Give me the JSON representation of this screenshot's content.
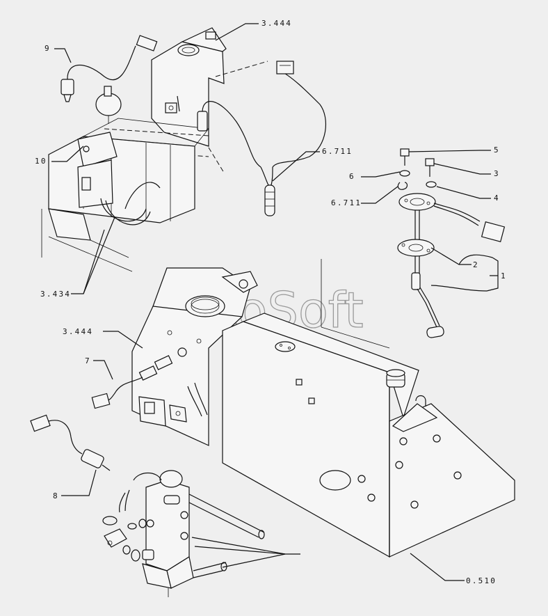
{
  "watermark": "AutoSoft",
  "callouts": [
    {
      "id": "c-3444-top",
      "label": "3.444"
    },
    {
      "id": "c-9",
      "label": "9"
    },
    {
      "id": "c-10",
      "label": "10"
    },
    {
      "id": "c-3434",
      "label": "3.434"
    },
    {
      "id": "c-6711-a",
      "label": "6.711"
    },
    {
      "id": "c-5",
      "label": "5"
    },
    {
      "id": "c-6",
      "label": "6"
    },
    {
      "id": "c-3",
      "label": "3"
    },
    {
      "id": "c-6711-b",
      "label": "6.711"
    },
    {
      "id": "c-4",
      "label": "4"
    },
    {
      "id": "c-2",
      "label": "2"
    },
    {
      "id": "c-1",
      "label": "1"
    },
    {
      "id": "c-3444-mid",
      "label": "3.444"
    },
    {
      "id": "c-7",
      "label": "7"
    },
    {
      "id": "c-8",
      "label": "8"
    },
    {
      "id": "c-0510",
      "label": "0.510"
    }
  ]
}
